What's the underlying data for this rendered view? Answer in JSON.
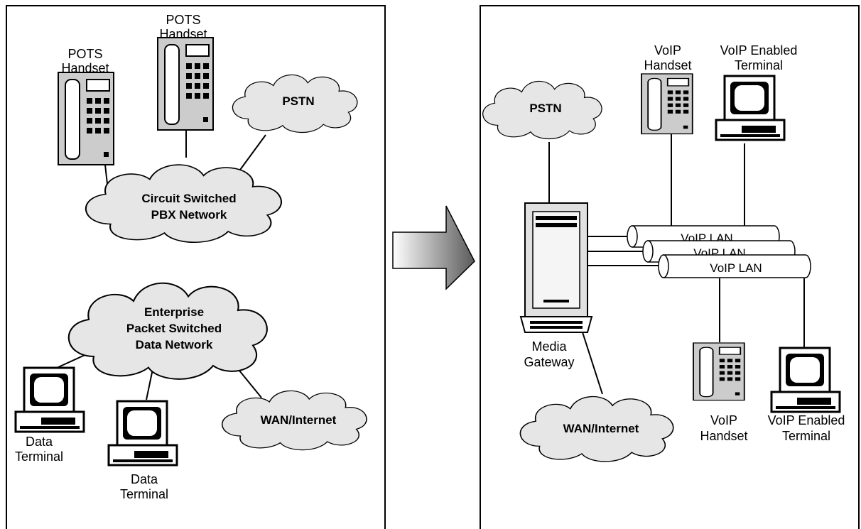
{
  "left_panel": {
    "pots_handset_1": [
      "POTS",
      "Handset"
    ],
    "pots_handset_2": [
      "POTS",
      "Handset"
    ],
    "pstn": "PSTN",
    "pbx_network": [
      "Circuit Switched",
      "PBX Network"
    ],
    "data_network": [
      "Enterprise",
      "Packet Switched",
      "Data Network"
    ],
    "data_terminal_1": [
      "Data",
      "Terminal"
    ],
    "data_terminal_2": [
      "Data",
      "Terminal"
    ],
    "wan": "WAN/Internet"
  },
  "right_panel": {
    "pstn": "PSTN",
    "voip_handset_top": [
      "VoIP",
      "Handset"
    ],
    "voip_terminal_top": [
      "VoIP Enabled",
      "Terminal"
    ],
    "lan_1": "VoIP LAN",
    "lan_2": "VoIP LAN",
    "lan_3": "VoIP LAN",
    "media_gateway": [
      "Media",
      "Gateway"
    ],
    "wan": "WAN/Internet",
    "voip_handset_bottom": [
      "VoIP",
      "Handset"
    ],
    "voip_terminal_bottom": [
      "VoIP Enabled",
      "Terminal"
    ]
  },
  "colors": {
    "cloud_fill": "#e6e6e6",
    "device_fill": "#cccccc",
    "arrow_dark": "#5a5a5a",
    "arrow_light": "#ffffff"
  }
}
